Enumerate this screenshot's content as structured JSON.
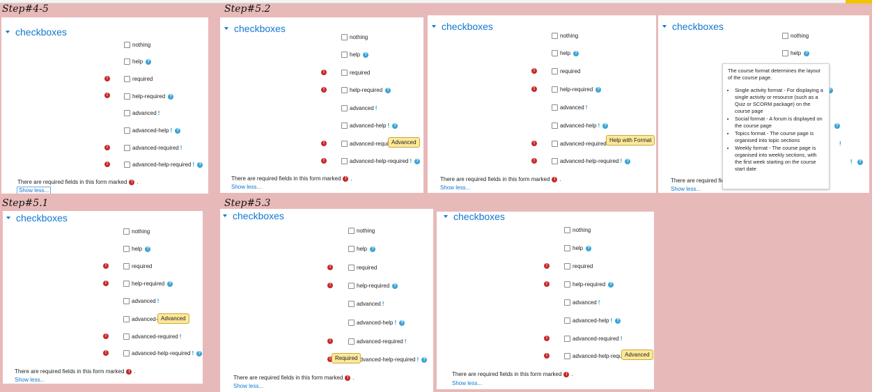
{
  "steps": {
    "s45": "Step#4-5",
    "s52": "Step#5.2",
    "s51": "Step#5.1",
    "s53": "Step#5.3"
  },
  "form": {
    "title": "checkboxes",
    "items": [
      "nothing",
      "help",
      "required",
      "help-required",
      "advanced",
      "advanced-help",
      "advanced-required",
      "advanced-help-required"
    ],
    "help_glyph": "?",
    "advanced_glyph": "!",
    "required_glyph": "!",
    "note_text": "There are required fields in this form marked",
    "note_end": ".",
    "show_less": "Show less..."
  },
  "tooltips": {
    "advanced": "Advanced",
    "help_with_format": "Help with Format",
    "required": "Required"
  },
  "popover": {
    "intro": "The course format determines the layout of the course page.",
    "items": [
      "Single activity format - For displaying a single activity or resource (such as a Quiz or SCORM package) on the course page",
      "Social format - A forum is displayed on the course page",
      "Topics format - The course page is organised into topic sections",
      "Weekly format - The course page is organised into weekly sections, with the first week starting on the course start date"
    ]
  },
  "colors": {
    "background": "#e8b9b9",
    "accent": "#1177d1",
    "required": "#c62828",
    "help": "#3aa3d4",
    "tooltip": "#fde89a"
  }
}
